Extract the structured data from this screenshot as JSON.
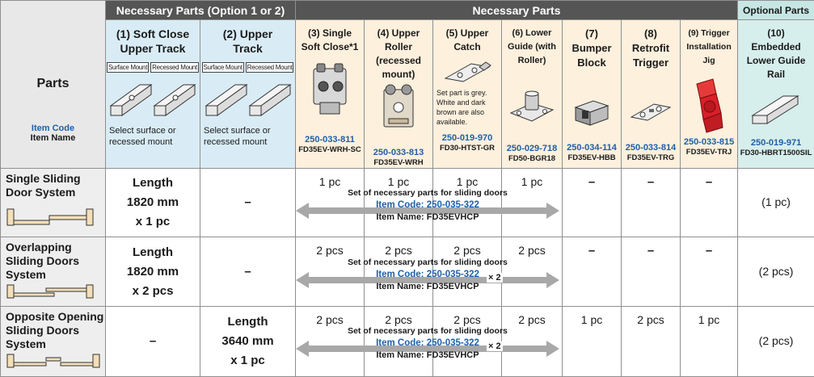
{
  "header": {
    "group_option": "Necessary Parts (Option 1 or 2)",
    "group_necessary": "Necessary Parts",
    "group_optional": "Optional Parts",
    "parts_label": "Parts",
    "item_code_label": "Item Code",
    "item_name_label": "Item Name"
  },
  "parts": [
    {
      "name": "(1) Soft Close Upper Track",
      "mount_a": "Surface Mount",
      "mount_b": "Recessed Mount",
      "note": "Select surface or recessed mount"
    },
    {
      "name": "(2) Upper Track",
      "mount_a": "Surface Mount",
      "mount_b": "Recessed Mount",
      "note": "Select surface or recessed mount"
    },
    {
      "name": "(3) Single Soft Close*1",
      "code": "250-033-811",
      "item": "FD35EV-WRH-SC"
    },
    {
      "name": "(4) Upper Roller (recessed mount)",
      "code": "250-033-813",
      "item": "FD35EV-WRH"
    },
    {
      "name": "(5) Upper Catch",
      "code": "250-019-970",
      "item": "FD30-HTST-GR",
      "note": "Set part is grey. White and dark brown are also available."
    },
    {
      "name": "(6) Lower Guide (with Roller)",
      "code": "250-029-718",
      "item": "FD50-BGR18"
    },
    {
      "name": "(7) Bumper Block",
      "code": "250-034-114",
      "item": "FD35EV-HBB"
    },
    {
      "name": "(8) Retrofit Trigger",
      "code": "250-033-814",
      "item": "FD35EV-TRG"
    },
    {
      "name": "(9) Trigger Installation Jig",
      "code": "250-033-815",
      "item": "FD35EV-TRJ"
    },
    {
      "name": "(10) Embedded Lower Guide Rail",
      "code": "250-019-971",
      "item": "FD30-HBRT1500SIL"
    }
  ],
  "rows": [
    {
      "label": "Single Sliding Door System",
      "c1": [
        "Length",
        "1820 mm",
        "x 1 pc"
      ],
      "c2": "–",
      "c3": "1 pc",
      "c4": "1 pc",
      "c5": "1 pc",
      "c6": "1 pc",
      "c7": "–",
      "c8": "–",
      "c9": "–",
      "c10": "(1 pc)",
      "set_title": "Set of necessary parts for sliding doors",
      "set_code": "Item Code: 250-035-322",
      "set_name": "Item Name: FD35EVHCP",
      "multiplier": ""
    },
    {
      "label": "Overlapping Sliding Doors System",
      "c1": [
        "Length",
        "1820 mm",
        "x 2 pcs"
      ],
      "c2": "–",
      "c3": "2 pcs",
      "c4": "2 pcs",
      "c5": "2 pcs",
      "c6": "2 pcs",
      "c7": "–",
      "c8": "–",
      "c9": "–",
      "c10": "(2 pcs)",
      "set_title": "Set of necessary parts for sliding doors",
      "set_code": "Item Code: 250-035-322",
      "set_name": "Item Name: FD35EVHCP",
      "multiplier": "× 2"
    },
    {
      "label": "Opposite Opening Sliding Doors System",
      "c1": "–",
      "c2": [
        "Length",
        "3640 mm",
        "x 1 pc"
      ],
      "c3": "2 pcs",
      "c4": "2 pcs",
      "c5": "2 pcs",
      "c6": "2 pcs",
      "c7": "1 pc",
      "c8": "2 pcs",
      "c9": "1 pc",
      "c10": "(2 pcs)",
      "set_title": "Set of necessary parts for sliding doors",
      "set_code": "Item Code: 250-035-322",
      "set_name": "Item Name: FD35EVHCP",
      "multiplier": "× 2"
    }
  ],
  "colors": {
    "header_gray": "#555555",
    "option_blue": "#d9ecf6",
    "necessary_peach": "#fdf0dd",
    "optional_teal": "#c6e6e4",
    "code_blue": "#1f5fa8",
    "arrow_gray": "#a8a8a8",
    "jig_red": "#d8202a",
    "wood": "#f3dfb8"
  }
}
